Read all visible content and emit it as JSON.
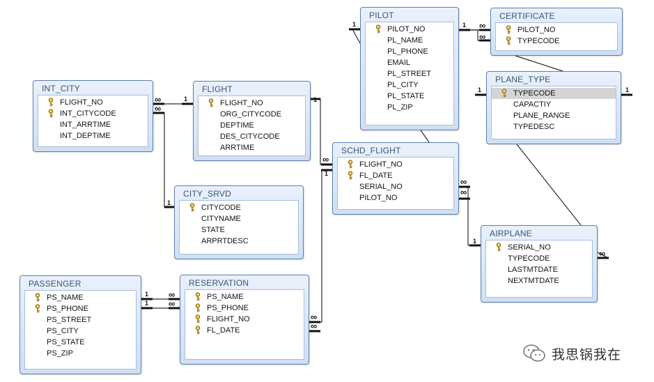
{
  "tables": {
    "pilot": {
      "title": "PILOT",
      "fields": [
        {
          "name": "PILOT_NO",
          "key": true
        },
        {
          "name": "PL_NAME",
          "key": false
        },
        {
          "name": "PL_PHONE",
          "key": false
        },
        {
          "name": "EMAIL",
          "key": false
        },
        {
          "name": "PL_STREET",
          "key": false
        },
        {
          "name": "PL_CITY",
          "key": false
        },
        {
          "name": "PL_STATE",
          "key": false
        },
        {
          "name": "PL_ZIP",
          "key": false
        }
      ]
    },
    "certificate": {
      "title": "CERTIFICATE",
      "fields": [
        {
          "name": "PILOT_NO",
          "key": true
        },
        {
          "name": "TYPECODE",
          "key": true
        }
      ]
    },
    "plane_type": {
      "title": "PLANE_TYPE",
      "fields": [
        {
          "name": "TYPECODE",
          "key": true,
          "selected": true
        },
        {
          "name": "CAPACTIY",
          "key": false
        },
        {
          "name": "PLANE_RANGE",
          "key": false
        },
        {
          "name": "TYPEDESC",
          "key": false
        }
      ]
    },
    "int_city": {
      "title": "INT_CITY",
      "fields": [
        {
          "name": "FLIGHT_NO",
          "key": true
        },
        {
          "name": "INT_CITYCODE",
          "key": true
        },
        {
          "name": "INT_ARRTIME",
          "key": false
        },
        {
          "name": "INT_DEPTIME",
          "key": false
        }
      ]
    },
    "flight": {
      "title": "FLIGHT",
      "fields": [
        {
          "name": "FLIGHT_NO",
          "key": true
        },
        {
          "name": "ORG_CITYCODE",
          "key": false
        },
        {
          "name": "DEPTIME",
          "key": false
        },
        {
          "name": "DES_CITYCODE",
          "key": false
        },
        {
          "name": "ARRTIME",
          "key": false
        }
      ]
    },
    "schd_flight": {
      "title": "SCHD_FLIGHT",
      "fields": [
        {
          "name": "FLIGHT_NO",
          "key": true
        },
        {
          "name": "FL_DATE",
          "key": true
        },
        {
          "name": "SERIAL_NO",
          "key": false
        },
        {
          "name": "PILOT_NO",
          "key": false
        }
      ]
    },
    "city_srvd": {
      "title": "CITY_SRVD",
      "fields": [
        {
          "name": "CITYCODE",
          "key": true
        },
        {
          "name": "CITYNAME",
          "key": false
        },
        {
          "name": "STATE",
          "key": false
        },
        {
          "name": "ARPRTDESC",
          "key": false
        }
      ]
    },
    "airplane": {
      "title": "AIRPLANE",
      "fields": [
        {
          "name": "SERIAL_NO",
          "key": true
        },
        {
          "name": "TYPECODE",
          "key": false
        },
        {
          "name": "LASTMTDATE",
          "key": false
        },
        {
          "name": "NEXTMTDATE",
          "key": false
        }
      ]
    },
    "passenger": {
      "title": "PASSENGER",
      "fields": [
        {
          "name": "PS_NAME",
          "key": true
        },
        {
          "name": "PS_PHONE",
          "key": true
        },
        {
          "name": "PS_STREET",
          "key": false
        },
        {
          "name": "PS_CITY",
          "key": false
        },
        {
          "name": "PS_STATE",
          "key": false
        },
        {
          "name": "PS_ZIP",
          "key": false
        }
      ]
    },
    "reservation": {
      "title": "RESERVATION",
      "fields": [
        {
          "name": "PS_NAME",
          "key": true
        },
        {
          "name": "PS_PHONE",
          "key": true
        },
        {
          "name": "FLIGHT_NO",
          "key": true
        },
        {
          "name": "FL_DATE",
          "key": true
        }
      ]
    }
  },
  "cardinality": {
    "one": "1",
    "many": "∞"
  },
  "watermark": {
    "text": "我思锅我在",
    "icon": "wechat-icon"
  },
  "colors": {
    "header_text": "#3a5378",
    "border": "#5b7fb0",
    "line": "#2b2b2b"
  }
}
